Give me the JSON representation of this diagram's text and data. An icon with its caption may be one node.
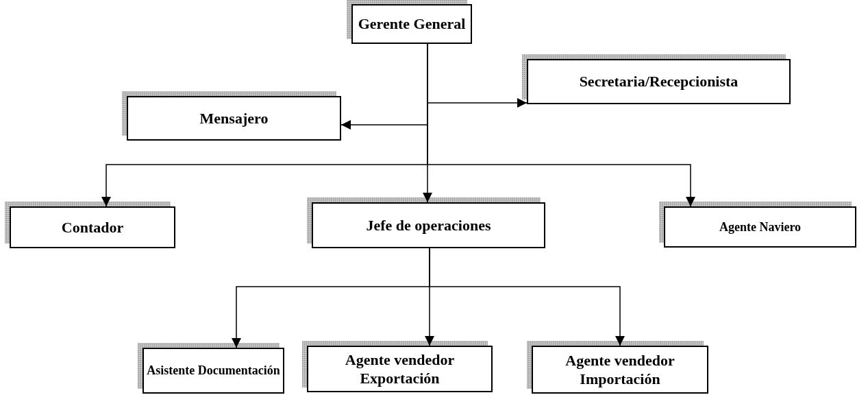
{
  "diagram": {
    "nodes": [
      {
        "text": [
          "Gerente General"
        ]
      },
      {
        "text": [
          "Mensajero"
        ]
      },
      {
        "text": [
          "Secretaria/Recepcionista"
        ]
      },
      {
        "text": [
          "Contador"
        ]
      },
      {
        "text": [
          "Jefe de operaciones"
        ]
      },
      {
        "text": [
          "Agente Naviero"
        ]
      },
      {
        "text": [
          "Asistente Documentación"
        ]
      },
      {
        "text": [
          "Agente vendedor Exportación"
        ]
      },
      {
        "text": [
          "Agente vendedor Importación"
        ]
      }
    ],
    "edges": [
      {
        "from": 0,
        "to": 1,
        "arrow": "to"
      },
      {
        "from": 0,
        "to": 2,
        "arrow": "to"
      },
      {
        "from": 0,
        "to": 3,
        "arrow": "to"
      },
      {
        "from": 0,
        "to": 4,
        "arrow": "to"
      },
      {
        "from": 0,
        "to": 5,
        "arrow": "to"
      },
      {
        "from": 4,
        "to": 6,
        "arrow": "to"
      },
      {
        "from": 4,
        "to": 7,
        "arrow": "to"
      },
      {
        "from": 4,
        "to": 8,
        "arrow": "to"
      }
    ]
  }
}
